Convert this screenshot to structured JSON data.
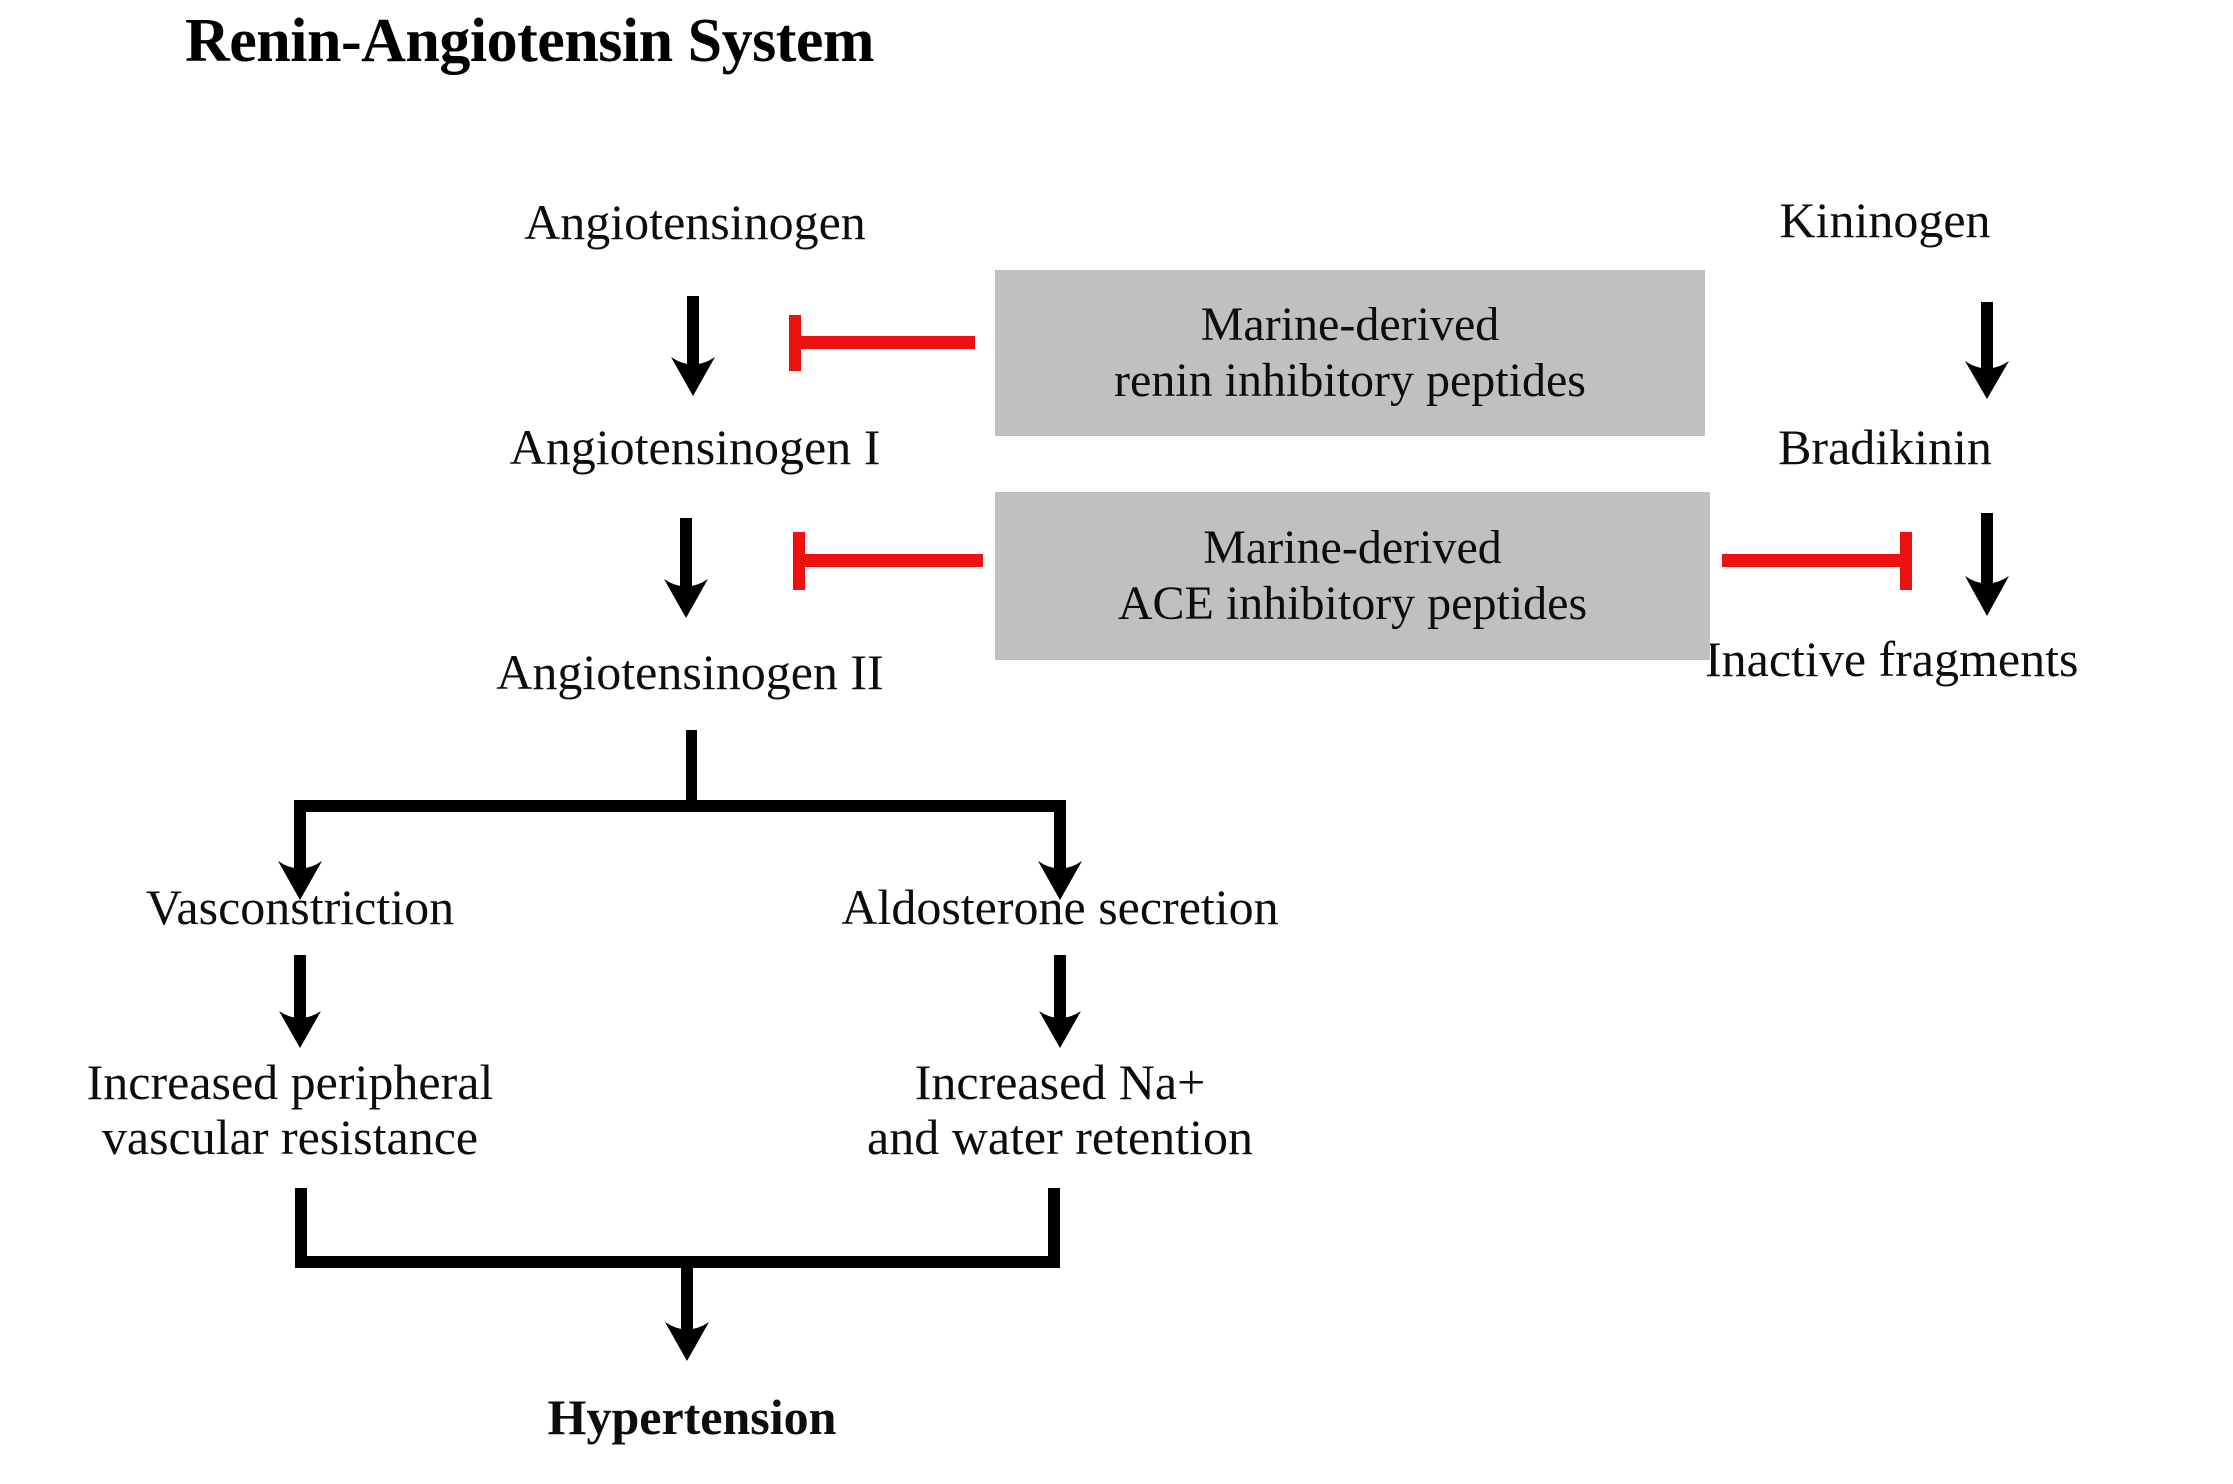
{
  "title": "Renin-Angiotensin System",
  "colors": {
    "arrow": "#000000",
    "inhibitor": "#ee1111",
    "box_fill": "#c0c0c0",
    "text": "#0d0d0d",
    "background": "#ffffff"
  },
  "nodes": {
    "angiotensinogen": "Angiotensinogen",
    "angiotensinogen_i": "Angiotensinogen I",
    "angiotensinogen_ii": "Angiotensinogen II",
    "vasconstriction": "Vasconstriction",
    "aldosterone": "Aldosterone secretion",
    "peripheral_line1": "Increased peripheral",
    "peripheral_line2": "vascular resistance",
    "sodium_line1": "Increased Na+",
    "sodium_line2": "and water retention",
    "hypertension": "Hypertension",
    "kininogen": "Kininogen",
    "bradikinin": "Bradikinin",
    "inactive_fragments": "Inactive fragments"
  },
  "inhibitor_boxes": [
    {
      "id": "renin-inhibitory-peptides",
      "line1": "Marine-derived",
      "line2": "renin inhibitory peptides"
    },
    {
      "id": "ace-inhibitory-peptides",
      "line1": "Marine-derived",
      "line2": "ACE inhibitory peptides"
    }
  ],
  "edges": [
    {
      "id": "angiotensinogen-to-i",
      "type": "arrow",
      "direction": "down"
    },
    {
      "id": "i-to-ii",
      "type": "arrow",
      "direction": "down"
    },
    {
      "id": "ii-to-branch",
      "type": "split",
      "direction": "down"
    },
    {
      "id": "vasconstriction-to-peripheral",
      "type": "arrow",
      "direction": "down"
    },
    {
      "id": "aldosterone-to-sodium",
      "type": "arrow",
      "direction": "down"
    },
    {
      "id": "merge-to-hypertension",
      "type": "merge",
      "direction": "down"
    },
    {
      "id": "kininogen-to-bradikinin",
      "type": "arrow",
      "direction": "down"
    },
    {
      "id": "bradikinin-to-inactive",
      "type": "arrow",
      "direction": "down"
    },
    {
      "id": "renin-inhibition",
      "type": "inhibitor",
      "direction": "left"
    },
    {
      "id": "ace-inhibition-left",
      "type": "inhibitor",
      "direction": "left"
    },
    {
      "id": "ace-inhibition-right",
      "type": "inhibitor",
      "direction": "right"
    }
  ]
}
